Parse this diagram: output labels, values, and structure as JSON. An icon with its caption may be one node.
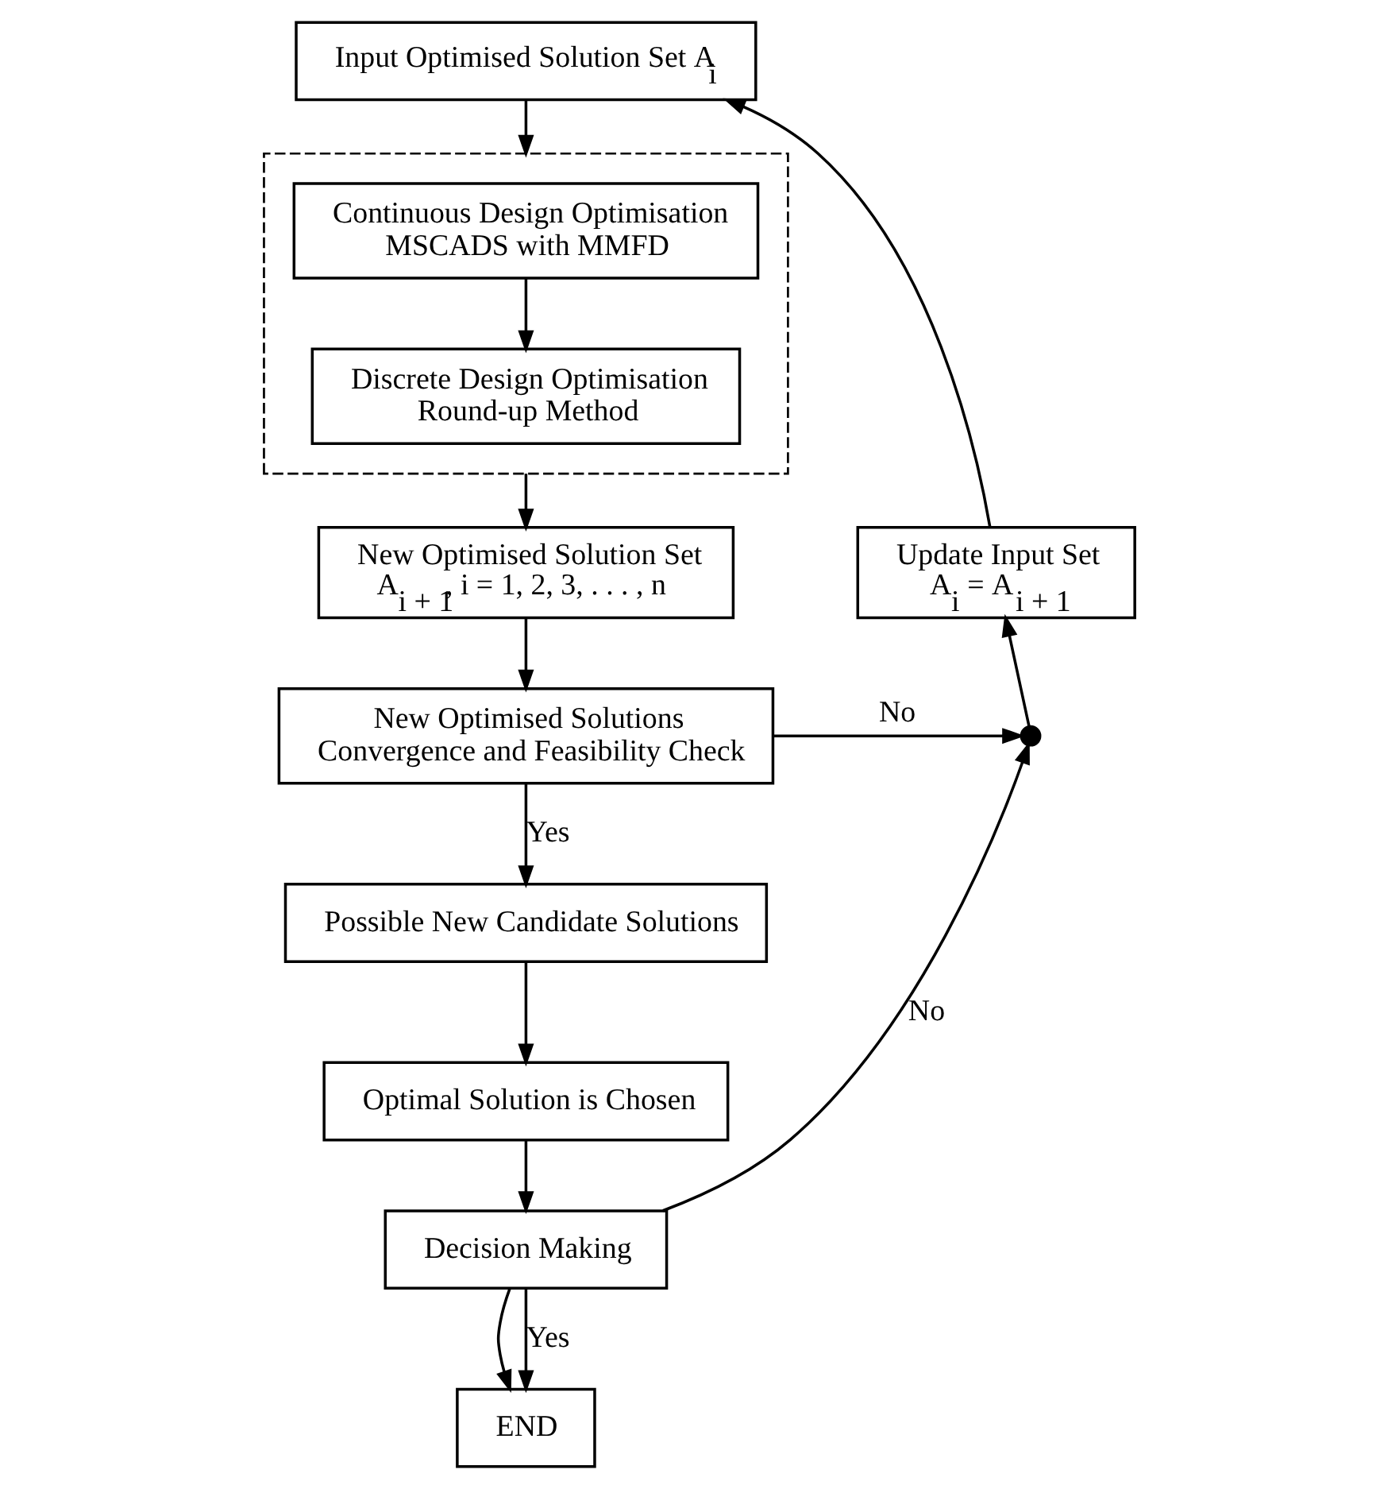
{
  "diagram": {
    "nodes": [
      {
        "text": [
          "Input Optimised Solution Set A$_{i}$"
        ]
      },
      {
        "text": [],
        "shape": "box"
      },
      {
        "text": [
          "Continuous Design Optimisation",
          "MSCADS with MMFD"
        ],
        "in": 1
      },
      {
        "text": [
          "Discrete Design Optimisation",
          "Round-up Method"
        ],
        "in": 1
      },
      {
        "text": [
          "New Optimised Solution Set",
          "A$_{i + 1}$, i = 1, 2, 3, . . . , n"
        ]
      },
      {
        "text": [
          "New Optimised Solutions",
          "Convergence and Feasibility Check"
        ]
      },
      {
        "text": [
          "Possible New Candidate Solutions"
        ]
      },
      {
        "text": [
          "Optimal Solution is Chosen"
        ]
      },
      {
        "text": [
          "Decision Making"
        ]
      },
      {
        "text": [
          "END"
        ]
      },
      {
        "text": [
          "Update Input Set",
          "A$_{i}$ = A$_{i + 1}$"
        ]
      },
      {
        "text": [],
        "shape": "circle"
      }
    ],
    "edges": [
      {
        "from": 0,
        "to": 1,
        "arrow": "to"
      },
      {
        "from": 2,
        "to": 3,
        "arrow": "to"
      },
      {
        "from": 1,
        "to": 4,
        "arrow": "to"
      },
      {
        "from": 4,
        "to": 5,
        "arrow": "to"
      },
      {
        "from": 5,
        "to": 11,
        "arrow": "to",
        "label": "No"
      },
      {
        "from": 5,
        "to": 6,
        "arrow": "to",
        "label": "Yes"
      },
      {
        "from": 6,
        "to": 7,
        "arrow": "to"
      },
      {
        "from": 7,
        "to": 8,
        "arrow": "to"
      },
      {
        "from": 8,
        "to": 11,
        "arrow": "to",
        "label": "No"
      },
      {
        "from": 8,
        "to": 9,
        "arrow": "to"
      },
      {
        "from": 8,
        "to": 9,
        "arrow": "to",
        "label": "Yes"
      },
      {
        "from": 11,
        "to": 10,
        "arrow": "to"
      },
      {
        "from": 10,
        "to": 0,
        "arrow": "to"
      }
    ]
  }
}
